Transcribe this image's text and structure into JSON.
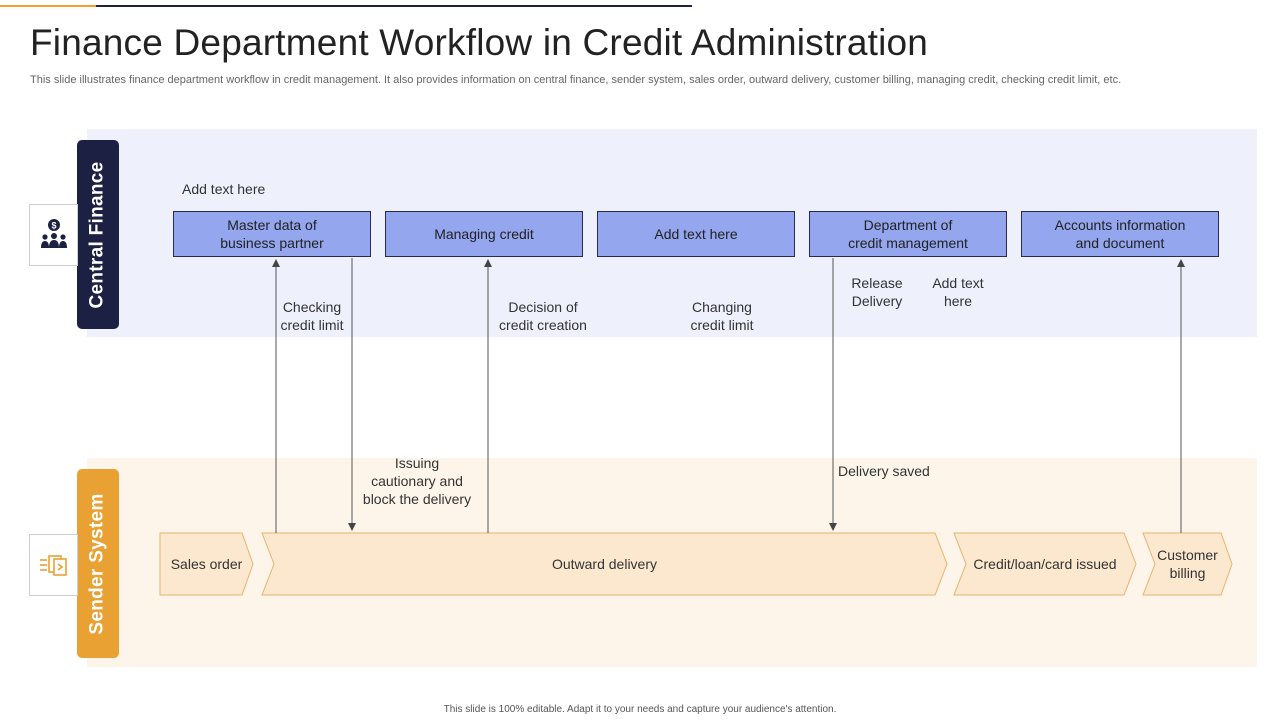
{
  "title": "Finance Department Workflow in Credit Administration",
  "subtitle": "This slide illustrates finance department workflow in credit management. It also provides information on central finance, sender system, sales order, outward delivery, customer billing, managing credit, checking credit limit, etc.",
  "lanes": {
    "central_finance": "Central Finance",
    "sender_system": "Sender System"
  },
  "central_finance": {
    "note": "Add text here",
    "boxes": [
      "Master data of\nbusiness partner",
      "Managing credit",
      "Add text here",
      "Department of\ncredit management",
      "Accounts information\nand document"
    ]
  },
  "labels": {
    "checking_credit_limit": "Checking\ncredit limit",
    "decision_credit_creation": "Decision of\ncredit creation",
    "changing_credit_limit": "Changing\ncredit limit",
    "release_delivery": "Release\nDelivery",
    "add_text_here": "Add text\nhere",
    "issuing_cautionary": "Issuing\ncautionary and\nblock the delivery",
    "delivery_saved": "Delivery saved"
  },
  "sender_system": {
    "steps": [
      "Sales order",
      "Outward delivery",
      "Credit/loan/card issued",
      "Customer\nbilling"
    ]
  },
  "colors": {
    "navy": "#1c2143",
    "orange": "#e9a134",
    "box_blue": "#94a6ee",
    "chevron_fill": "#fbe8cf",
    "chevron_stroke": "#e6b36c"
  },
  "footer": "This slide is 100% editable. Adapt it to your needs and capture your audience's attention."
}
